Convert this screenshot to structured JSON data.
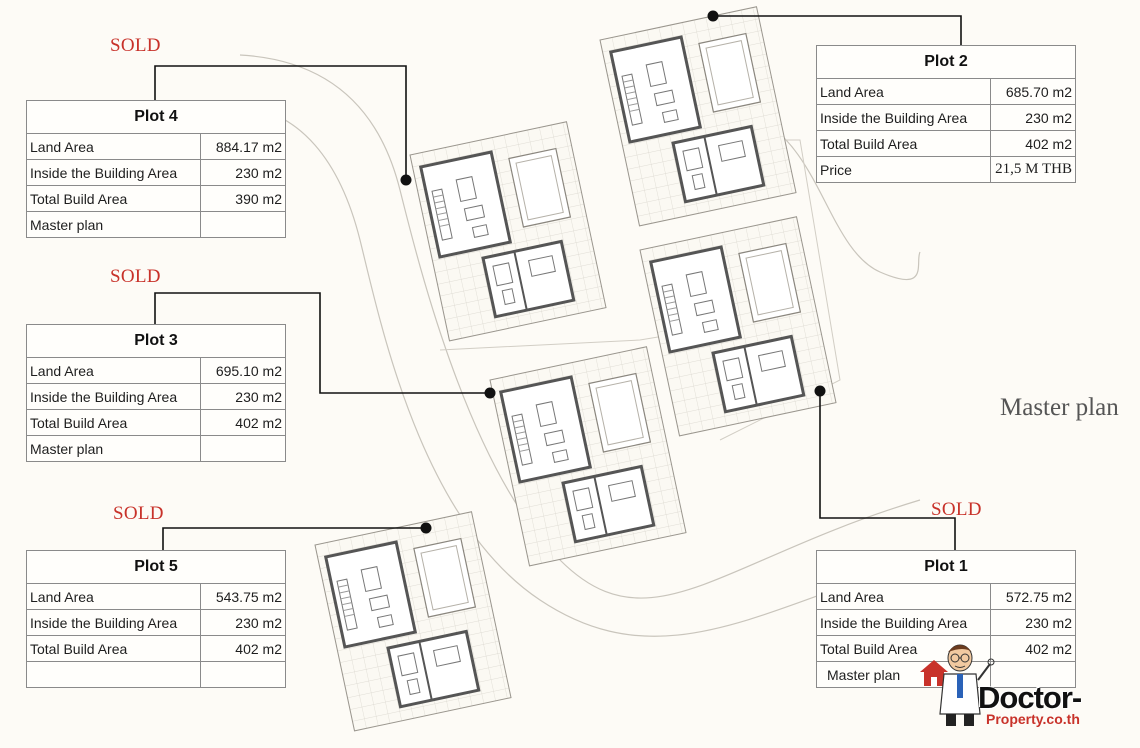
{
  "side_label": "Master plan",
  "logo": {
    "name": "Doctor-",
    "sub": "Property.co.th"
  },
  "plots": [
    {
      "id": "plot4",
      "title": "Plot 4",
      "sold_label": "SOLD",
      "rows": [
        {
          "label": "Land Area",
          "value": "884.17 m2"
        },
        {
          "label": "Inside the Building Area",
          "value": "230 m2"
        },
        {
          "label": "Total Build Area",
          "value": "390 m2"
        },
        {
          "label": "Master plan",
          "value": ""
        }
      ]
    },
    {
      "id": "plot3",
      "title": "Plot 3",
      "sold_label": "SOLD",
      "rows": [
        {
          "label": "Land Area",
          "value": "695.10 m2"
        },
        {
          "label": "Inside the Building Area",
          "value": "230 m2"
        },
        {
          "label": "Total Build Area",
          "value": "402 m2"
        },
        {
          "label": "Master plan",
          "value": ""
        }
      ]
    },
    {
      "id": "plot5",
      "title": "Plot 5",
      "sold_label": "SOLD",
      "rows": [
        {
          "label": "Land Area",
          "value": "543.75 m2"
        },
        {
          "label": "Inside the Building Area",
          "value": "230 m2"
        },
        {
          "label": "Total Build Area",
          "value": "402 m2"
        },
        {
          "label": "",
          "value": ""
        }
      ]
    },
    {
      "id": "plot2",
      "title": "Plot 2",
      "sold_label": "",
      "rows": [
        {
          "label": "Land Area",
          "value": "685.70 m2"
        },
        {
          "label": "Inside the Building Area",
          "value": "230 m2"
        },
        {
          "label": "Total Build Area",
          "value": "402 m2"
        },
        {
          "label": "Price",
          "value": "21,5 M THB"
        }
      ]
    },
    {
      "id": "plot1",
      "title": "Plot 1",
      "sold_label": "SOLD",
      "rows": [
        {
          "label": "Land Area",
          "value": "572.75 m2"
        },
        {
          "label": "Inside the Building Area",
          "value": "230 m2"
        },
        {
          "label": "Total Build Area",
          "value": "402 m2"
        },
        {
          "label": "Master plan",
          "value": ""
        }
      ]
    }
  ]
}
